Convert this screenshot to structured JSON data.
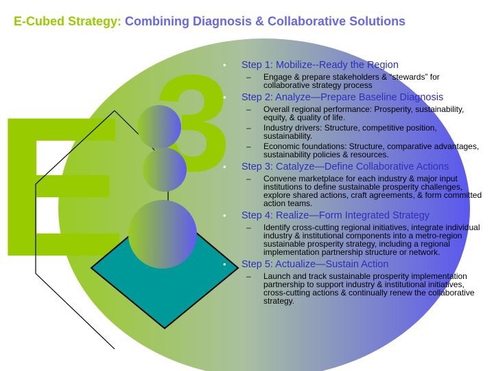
{
  "title": {
    "prefix": "E-Cubed Strategy:",
    "main": "Combining Diagnosis & Collaborative Solutions"
  },
  "logo": {
    "glyphs": [
      "E",
      "3"
    ]
  },
  "colors": {
    "green": "#99cc00",
    "blue": "#6666ee",
    "step_title": "#2e2ebd",
    "teal": "#009999"
  },
  "bullet_glyph": "•",
  "dash_glyph": "–",
  "steps": [
    {
      "title": "Step 1: Mobilize--Ready the Region",
      "items": [
        "Engage & prepare stakeholders & “stewards” for collaborative strategy process"
      ]
    },
    {
      "title": "Step 2: Analyze—Prepare Baseline Diagnosis",
      "items": [
        "Overall regional performance: Prosperity, sustainability, equity, & quality of life.",
        "Industry drivers: Structure, competitive position, sustainability.",
        "Economic foundations: Structure, comparative advantages, sustainability policies & resources."
      ]
    },
    {
      "title": "Step 3: Catalyze—Define Collaborative Actions",
      "items": [
        "Convene marketplace for each industry & major input institutions to define sustainable prosperity challenges, explore shared actions, craft agreements, & form committed action teams."
      ]
    },
    {
      "title": "Step 4: Realize—Form Integrated Strategy",
      "items": [
        "Identify cross-cutting regional initiatives, integrate individual industry & institutional components into a metro-region sustainable prosperity strategy, including a regional implementation partnership structure or network."
      ]
    },
    {
      "title": "Step 5: Actualize—Sustain Action",
      "items": [
        "Launch and track sustainable prosperity implementation partnership to support industry & institutional initiatives, cross-cutting actions & continually renew the collaborative strategy."
      ]
    }
  ]
}
